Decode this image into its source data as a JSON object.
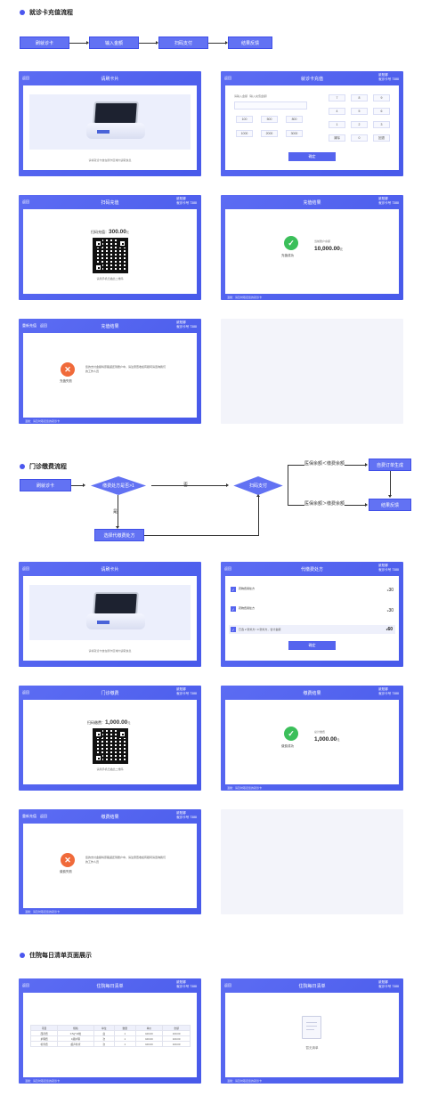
{
  "sections": {
    "s1": "就诊卡充值流程",
    "s2": "门诊缴费流程",
    "s3": "住院每日清单页面展示"
  },
  "flow1": {
    "steps": [
      "刷就诊卡",
      "输入金额",
      "扫码支付",
      "结果反馈"
    ]
  },
  "flow2": {
    "start": "刷就诊卡",
    "decision": "缴费处方是否>1",
    "pick": "选择代缴费处方",
    "pay": "扫码支付",
    "yes": "是",
    "no": "否",
    "branch_lt": "医保余额＜缴费余额",
    "branch_gt": "医保余额＞缴费余额",
    "order": "自费订单生成",
    "result": "结果反馈"
  },
  "screens": {
    "back": "返回",
    "swipe_title": "请刷卡片",
    "swipe_hint": "请将就诊卡放在刷卡区域内读取信息",
    "card_tag": "就诊卡",
    "topup_title": "就诊卡充值",
    "topup_user": "欧阳娜",
    "topup_card": "就诊卡号 7388",
    "topup_label": "请输入金额（输入充值金额）",
    "presets": [
      "100",
      "500",
      "800",
      "1000",
      "2000",
      "3000"
    ],
    "keys": [
      "7",
      "8",
      "9",
      "4",
      "5",
      "6",
      "1",
      "2",
      "3",
      "清除",
      "0",
      "回退"
    ],
    "confirm": "确定",
    "scan_title": "扫码充值",
    "scan_label": "扫码充值：",
    "scan_amount": "300.00",
    "yuan": "元",
    "scan_hint": "请用手机扫描此二维码",
    "topup_result_title": "充值结果",
    "topup_ok": "充值成功",
    "balance_label": "当前账户余额",
    "balance_value": "10,000.00",
    "footer": "温馨：请及时取走您的就诊卡",
    "fail_nav": "重新充值",
    "fail_msg": "您的支付金额将原路返还到账户中，请注意查收如有疑问请咨询我们的工作人员",
    "fail_topup": "充值失败",
    "pres_title": "代缴费处方",
    "pres_items": [
      {
        "name": "药物费用处方",
        "price": "30"
      },
      {
        "name": "药物费用处方",
        "price": "30"
      }
    ],
    "pres_selected": "已选 2 张处方 / 0 张处方，合计金额",
    "pres_total": "60",
    "pay_title": "门诊缴费",
    "pay_label": "扫码缴费：",
    "pay_amount": "1,000.00",
    "pay_result_title": "缴费结果",
    "pay_ok": "缴费成功",
    "pay_total_label": "总计缴费",
    "pay_total": "1,000.00",
    "fail_pay": "缴费失败",
    "daily_title": "住院每日清单",
    "daily_empty": "暂无清单"
  },
  "daily_table": {
    "headers": [
      "项目",
      "规格",
      "单位",
      "数量",
      "单价",
      "金额"
    ],
    "rows": [
      [
        "西药费",
        "0.5g*10粒",
        "盒",
        "1",
        "100.00",
        "100.00"
      ],
      [
        "护理费",
        "1级护理",
        "次",
        "1",
        "100.00",
        "100.00"
      ],
      [
        "检查费",
        "超声检查",
        "次",
        "1",
        "100.00",
        "100.00"
      ]
    ]
  },
  "colors": {
    "accent": "#5c6cf3",
    "success": "#3bbf5a",
    "danger": "#f06a3a"
  }
}
